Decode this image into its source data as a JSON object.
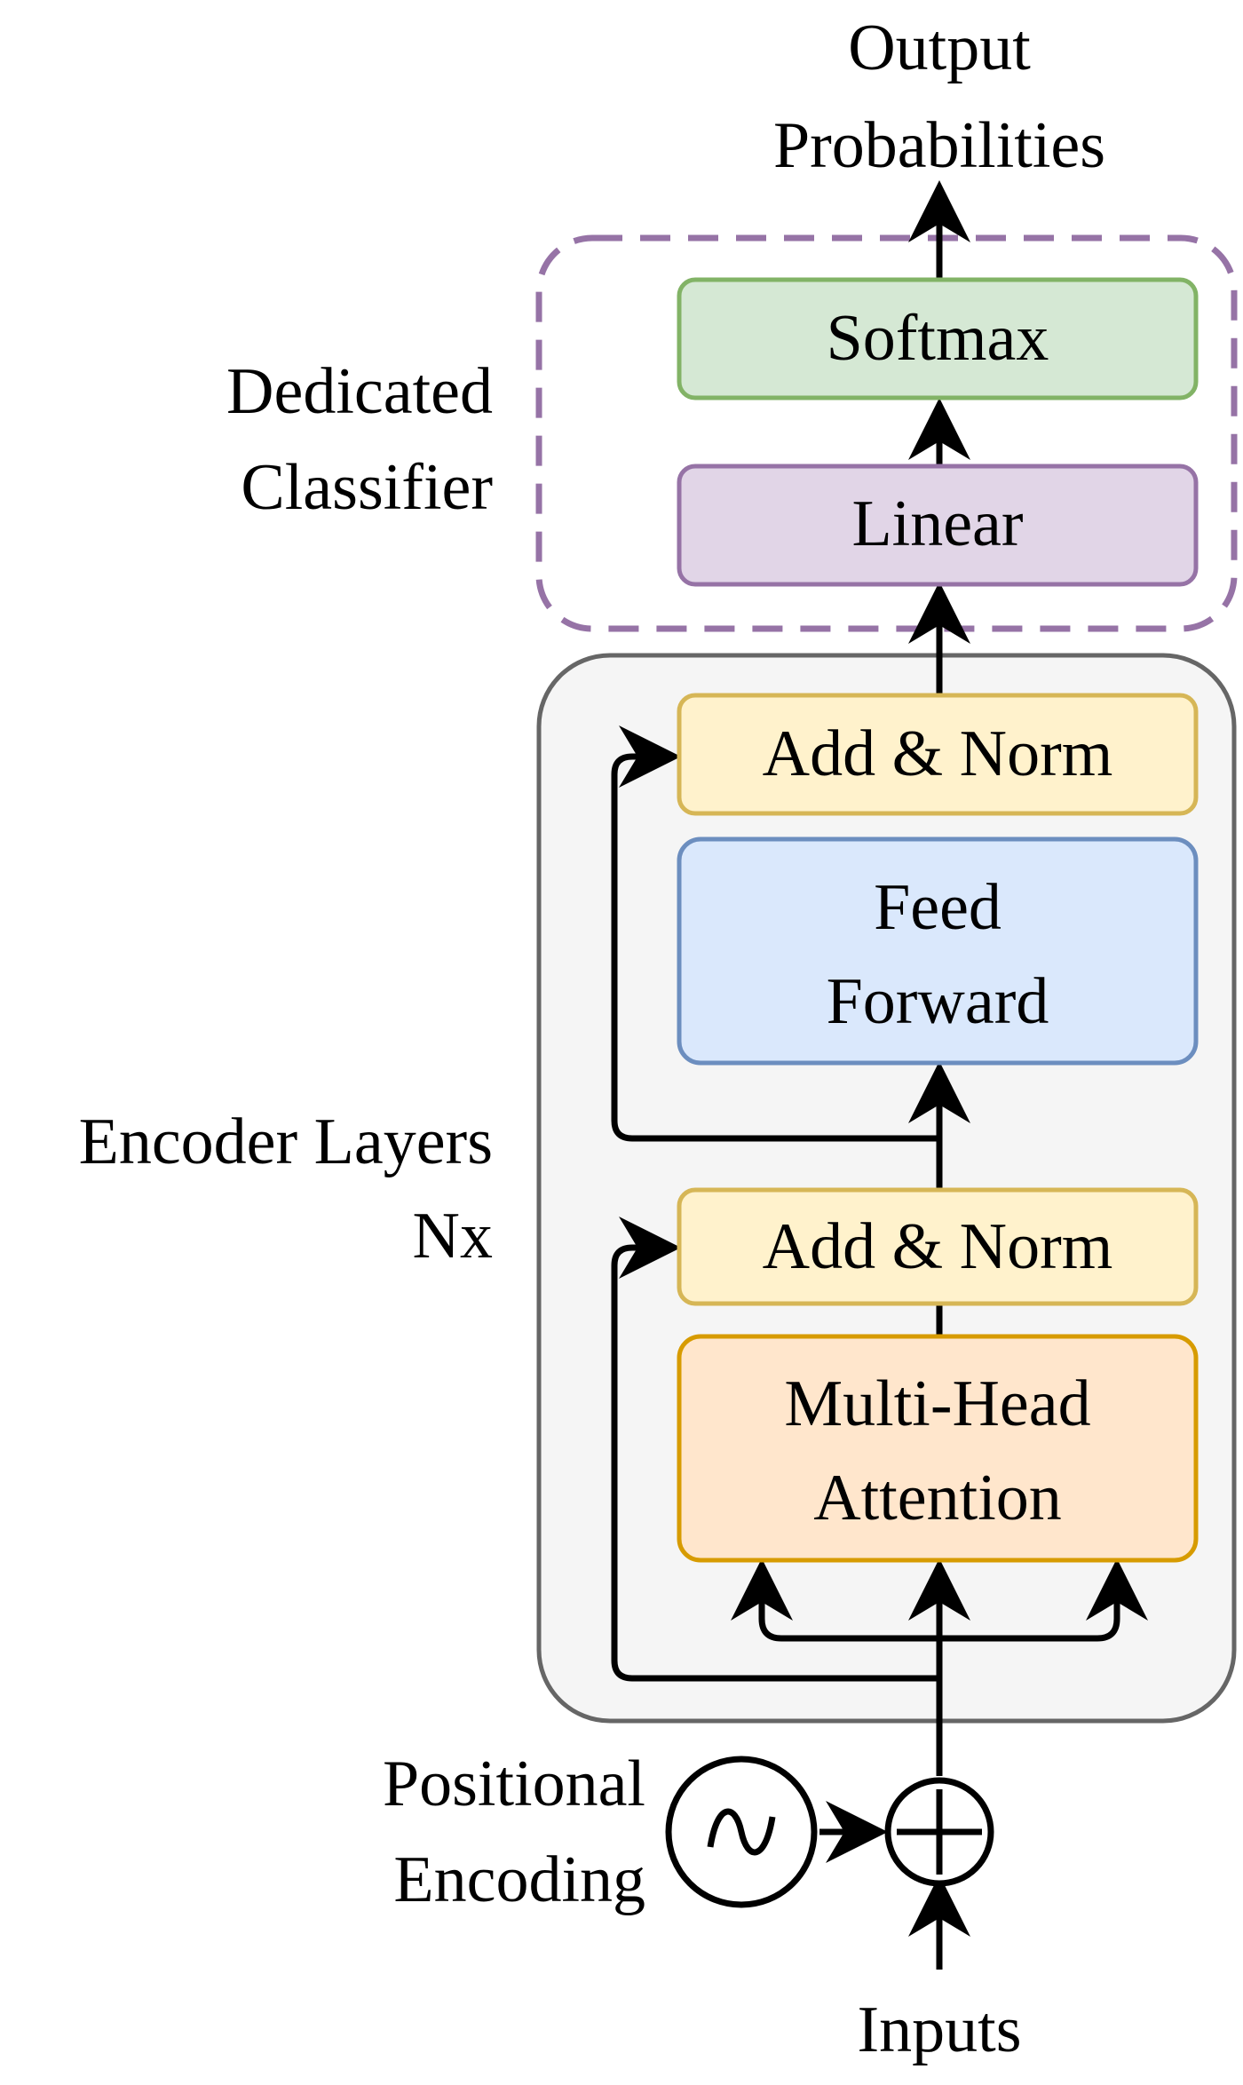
{
  "output": {
    "line1": "Output",
    "line2": "Probabilities"
  },
  "classifier": {
    "line1": "Dedicated",
    "line2": "Classifier"
  },
  "blocks": {
    "softmax": "Softmax",
    "linear": "Linear",
    "add_norm_top": "Add & Norm",
    "feed_forward_1": "Feed",
    "feed_forward_2": "Forward",
    "add_norm_bottom": "Add & Norm",
    "attention_1": "Multi-Head",
    "attention_2": "Attention"
  },
  "encoder": {
    "line1": "Encoder Layers",
    "line2": "Nx"
  },
  "positional": {
    "line1": "Positional",
    "line2": "Encoding"
  },
  "inputs": "Inputs",
  "colors": {
    "classifier_border": "#9673a6",
    "softmax_fill": "#d5e8d4",
    "softmax_border": "#82b366",
    "linear_fill": "#e1d5e7",
    "linear_border": "#9673a6",
    "addnorm_fill": "#fff2cc",
    "addnorm_border": "#d6b656",
    "ff_fill": "#dae8fc",
    "ff_border": "#6c8ebf",
    "attn_fill": "#ffe6cc",
    "attn_border": "#d79b00",
    "encoder_fill": "#f5f5f5",
    "encoder_border": "#666666"
  }
}
